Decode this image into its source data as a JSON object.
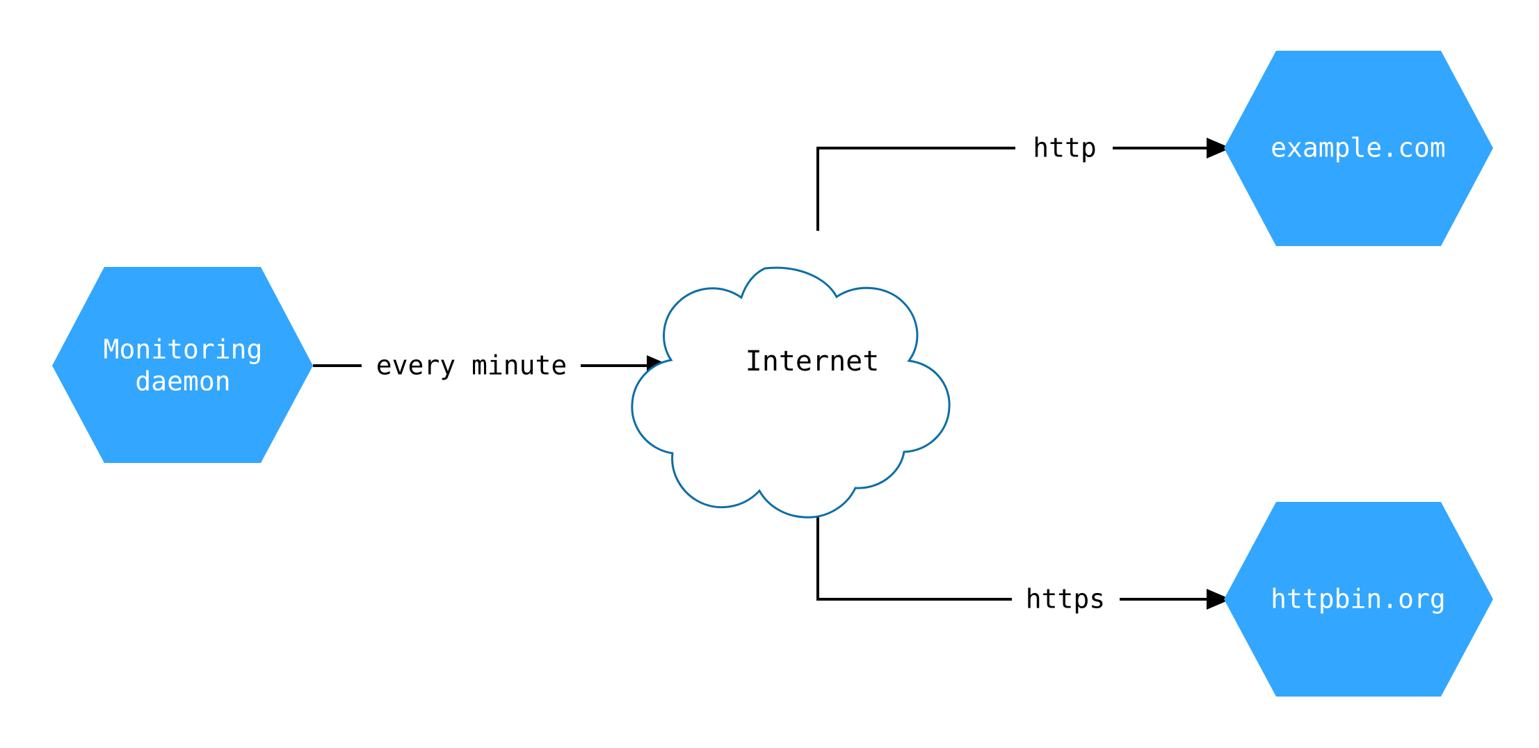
{
  "diagram": {
    "type": "network-flow-diagram",
    "background_color": "#ffffff",
    "nodes": [
      {
        "id": "monitoring-daemon",
        "shape": "hexagon",
        "label_line1": "Monitoring",
        "label_line2": "daemon",
        "fill_color": "#33a6ff",
        "text_color": "#ffffff"
      },
      {
        "id": "internet",
        "shape": "cloud",
        "label": "Internet",
        "fill_color": "#ffffff",
        "stroke_color": "#0d6ea4",
        "text_color": "#000000"
      },
      {
        "id": "example-com",
        "shape": "hexagon",
        "label": "example.com",
        "fill_color": "#33a6ff",
        "text_color": "#ffffff"
      },
      {
        "id": "httpbin-org",
        "shape": "hexagon",
        "label": "httpbin.org",
        "fill_color": "#33a6ff",
        "text_color": "#ffffff"
      }
    ],
    "edges": [
      {
        "id": "daemon-to-internet",
        "from": "monitoring-daemon",
        "to": "internet",
        "label": "every minute",
        "color": "#000000",
        "arrow": true
      },
      {
        "id": "internet-to-example",
        "from": "internet",
        "to": "example-com",
        "label": "http",
        "color": "#000000",
        "arrow": true
      },
      {
        "id": "internet-to-httpbin",
        "from": "internet",
        "to": "httpbin-org",
        "label": "https",
        "color": "#000000",
        "arrow": true
      }
    ]
  }
}
